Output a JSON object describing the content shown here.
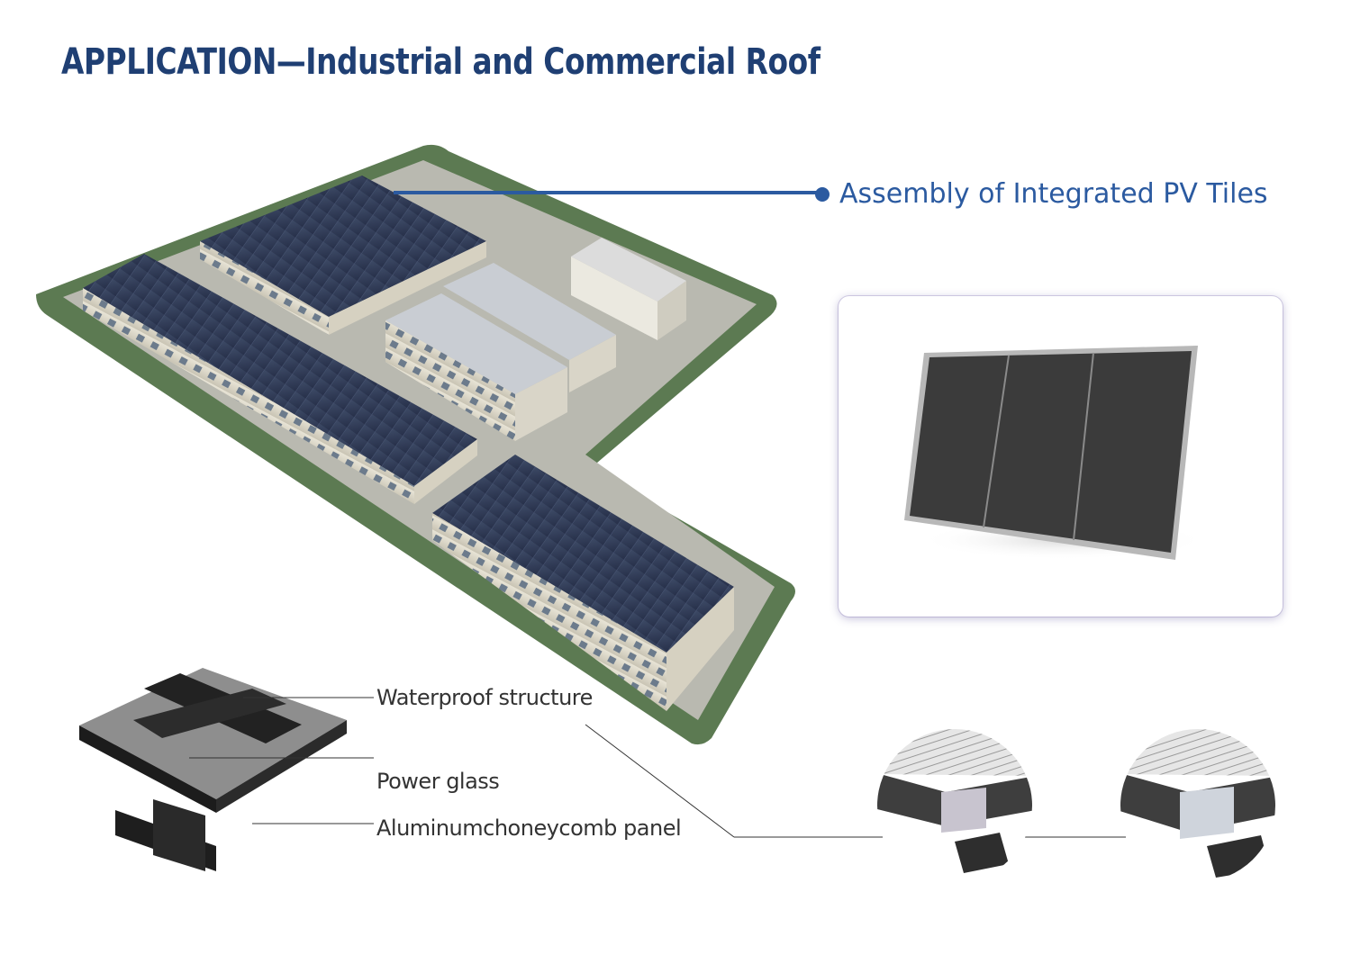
{
  "header": {
    "title": "APPLICATION—Industrial and Commercial Roof"
  },
  "callout": {
    "label": "Assembly of Integrated PV Tiles"
  },
  "detail_labels": {
    "waterproof": "Waterproof structure",
    "power_glass": "Power glass",
    "honeycomb": "Aluminumchoneycomb panel"
  },
  "colors": {
    "title": "#1f3f73",
    "callout_line": "#2b5aa0",
    "roof": "#2f3a52",
    "grass": "#5c7a52",
    "panel": "#3a3a3a"
  }
}
